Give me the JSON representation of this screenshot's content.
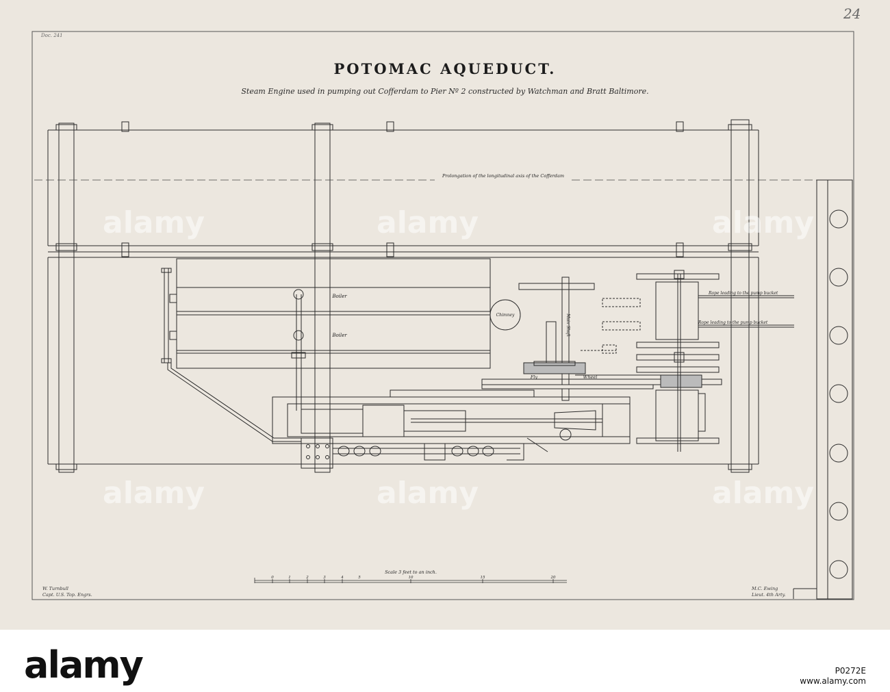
{
  "sheet": {
    "page_number": "24",
    "doc_number": "Doc. 241",
    "title": "POTOMAC      AQUEDUCT.",
    "subtitle": "Steam Engine used in pumping out Cofferdam to Pier Nº 2 constructed by Watchman and Bratt Baltimore."
  },
  "diagram": {
    "axis_label": "Prolongation of the longitudinal axis of the Cofferdam",
    "boiler_label_1": "Boiler",
    "boiler_label_2": "Boiler",
    "chimney_label": "Chimney",
    "shaft_label": "Main Shaft",
    "fly_label": "Fly",
    "wheel_label": "Wheel",
    "rope_label_1": "Rope leading to the pump bucket",
    "rope_label_2": "Rope leading to the pump bucket",
    "scale_label": "Scale 3 feet to an inch.",
    "scale_ticks": [
      "0",
      "1",
      "2",
      "3",
      "4",
      "5",
      "10",
      "15",
      "20"
    ]
  },
  "signatures": {
    "left_name": "W. Turnbull",
    "left_rank": "Capt. U.S. Top. Engrs.",
    "right_name": "M.C. Ewing",
    "right_rank": "Lieut. 4th Arty."
  },
  "watermark": {
    "text": "alamy"
  },
  "stamp": {
    "logo": "alamy",
    "image_id": "P0272E",
    "site": "www.alamy.com"
  }
}
